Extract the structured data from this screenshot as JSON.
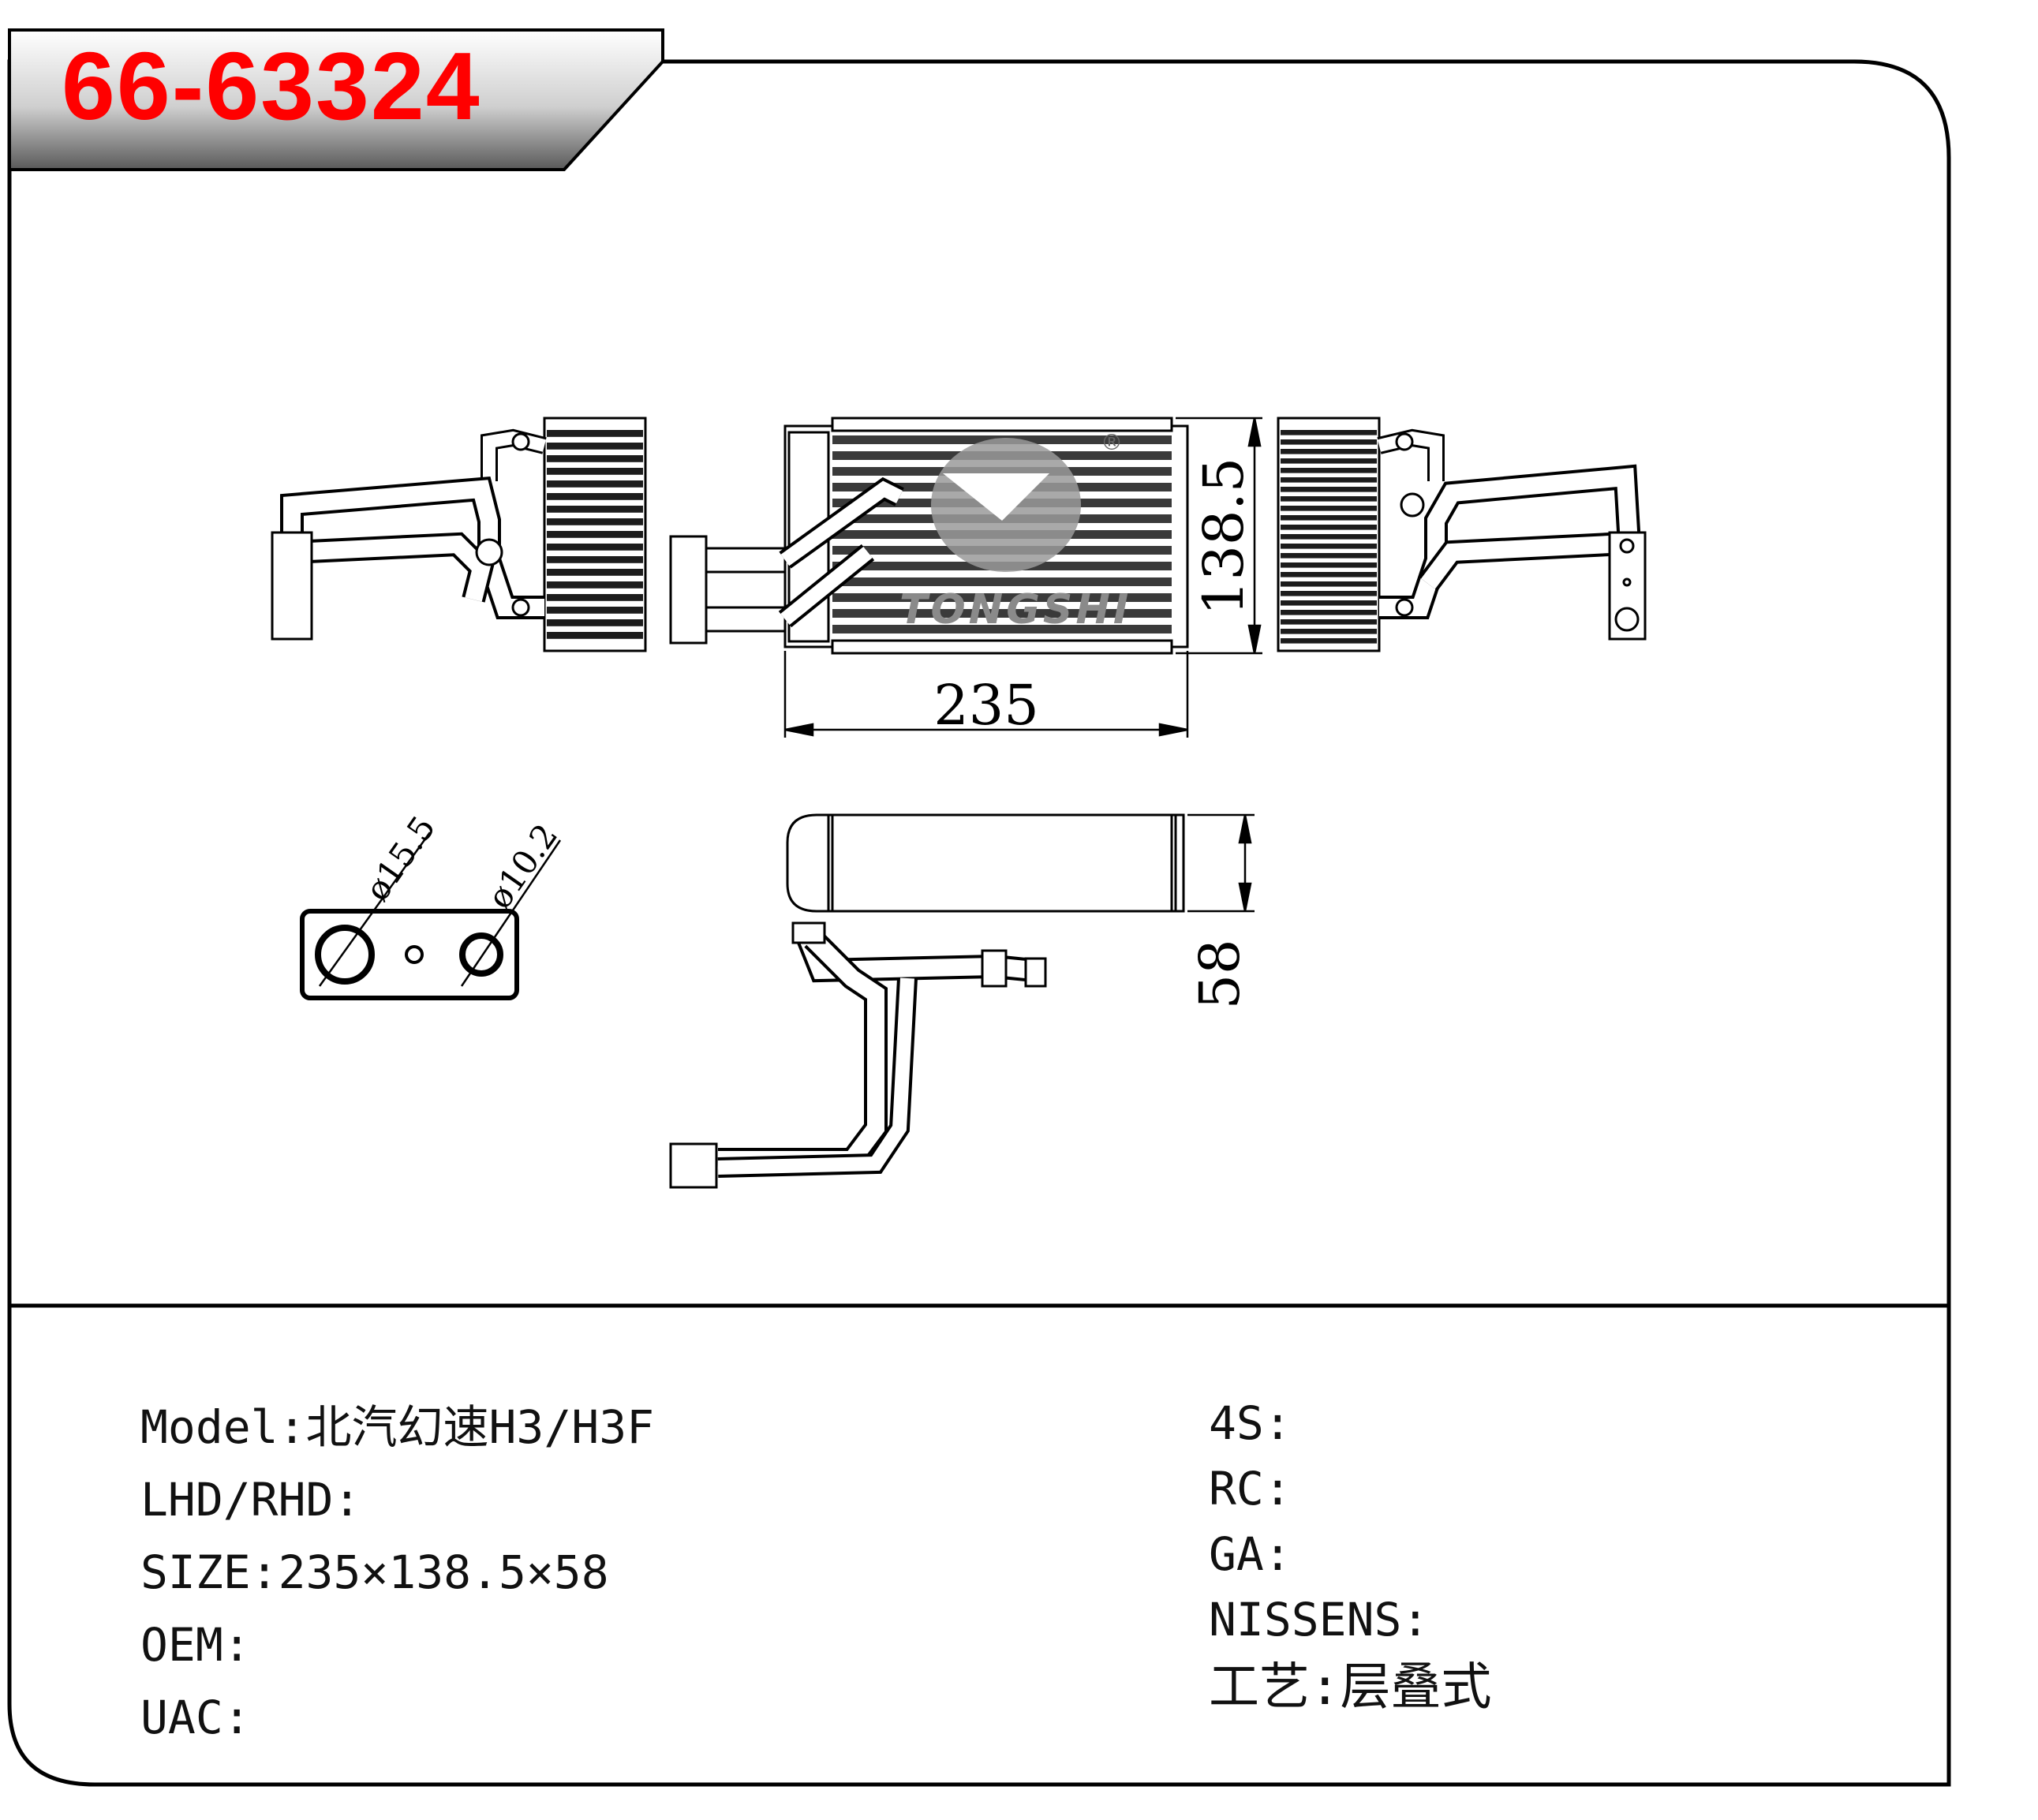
{
  "part_number": "66-63324",
  "brand_watermark": "TONGSHI",
  "dimensions": {
    "width": "235",
    "height": "138.5",
    "depth": "58",
    "port_large": "ø15.5",
    "port_small": "ø10.2"
  },
  "info_left": [
    {
      "label": "Model:",
      "value": "北汽幻速H3/H3F"
    },
    {
      "label": "LHD/RHD:",
      "value": ""
    },
    {
      "label": "SIZE:",
      "value": "235×138.5×58"
    },
    {
      "label": "OEM:",
      "value": ""
    },
    {
      "label": "UAC:",
      "value": ""
    }
  ],
  "info_right": [
    {
      "label": "4S:",
      "value": ""
    },
    {
      "label": "RC:",
      "value": ""
    },
    {
      "label": "GA:",
      "value": ""
    },
    {
      "label": "NISSENS:",
      "value": ""
    },
    {
      "label": "工艺:",
      "value": "层叠式"
    }
  ],
  "colors": {
    "title_red": "#ff0000",
    "frame": "#000000",
    "watermark_gray": "#888888"
  }
}
